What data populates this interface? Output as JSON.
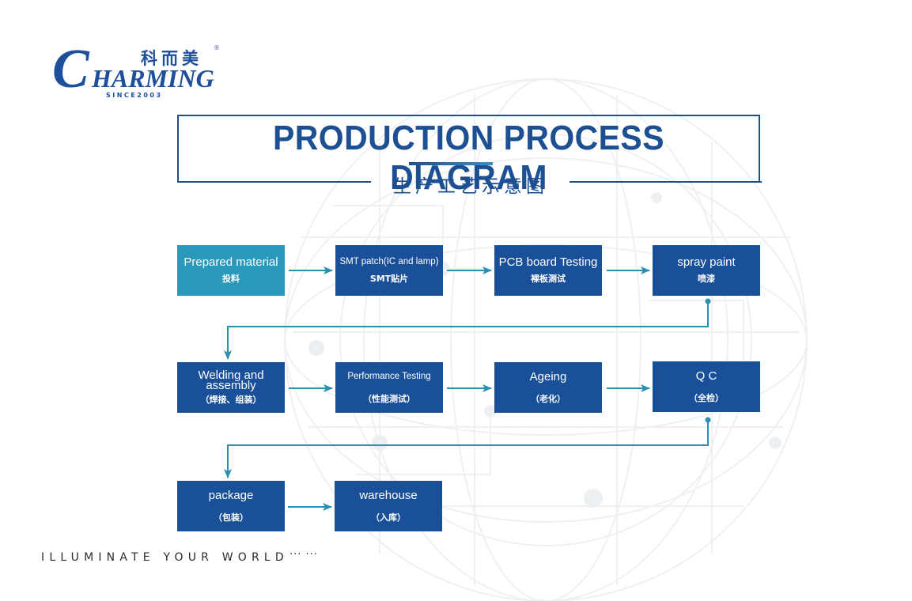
{
  "brand": {
    "logo_initial": "C",
    "logo_text": "HARMING",
    "logo_chinese": "科而美",
    "registered_mark": "®",
    "since": "SINCE2003"
  },
  "header": {
    "title": "PRODUCTION PROCESS DIAGRAM",
    "subtitle": "生产工艺示意图"
  },
  "colors": {
    "primary": "#1a509a",
    "first_step": "#2a98b8",
    "connector": "#2a8fb0"
  },
  "steps": [
    {
      "en": "Prepared material",
      "cn": "投料"
    },
    {
      "en": "SMT patch(IC and lamp)",
      "cn": "SMT贴片"
    },
    {
      "en": "PCB board Testing",
      "cn": "裸板测试"
    },
    {
      "en": "spray paint",
      "cn": "喷漆"
    },
    {
      "en": "Welding and assembly",
      "cn": "（焊接、组装）"
    },
    {
      "en": "Performance Testing",
      "cn": "（性能测试）"
    },
    {
      "en": "Ageing",
      "cn": "（老化）"
    },
    {
      "en": "Q C",
      "cn": "（全检）"
    },
    {
      "en": "package",
      "cn": "（包装）"
    },
    {
      "en": "warehouse",
      "cn": "（入库）"
    }
  ],
  "footer": {
    "slogan": "ILLUMINATE YOUR WORLD",
    "dots": "··· ···"
  }
}
